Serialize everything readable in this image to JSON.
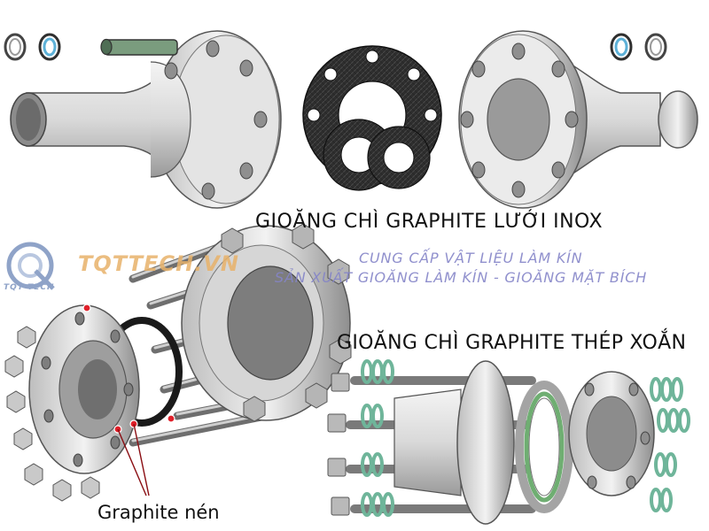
{
  "captions": {
    "top": "GIOĂNG CHÌ GRAPHITE LƯỚI INOX",
    "right": "GIOĂNG CHÌ GRAPHITE THÉP XOẮN",
    "bottom": "Graphite nén"
  },
  "watermark": {
    "brand": "TQTTECH.VN",
    "logo_text": "TQT TECH",
    "line1": "CUNG CẤP VẬT LIỆU LÀM KÍN",
    "line2": "SẢN XUẤT GIOĂNG LÀM KÍN - GIOĂNG MẶT BÍCH"
  },
  "colors": {
    "steel_light": "#e6e6e6",
    "steel_dark": "#8a8a8a",
    "graphite": "#3a3a3a",
    "green_ring": "#6fb59a",
    "marker_red": "#e0202a",
    "tagline": "#8585c8",
    "brand": "#e8b26a"
  }
}
